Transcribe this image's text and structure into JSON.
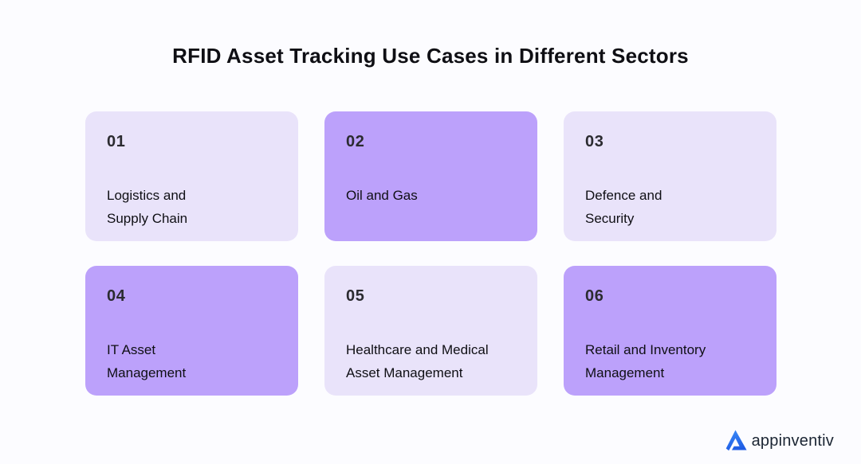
{
  "title": "RFID Asset Tracking Use Cases in Different Sectors",
  "cards": [
    {
      "number": "01",
      "label_lines": [
        "Logistics and",
        "Supply Chain"
      ],
      "variant": "light"
    },
    {
      "number": "02",
      "label_lines": [
        "Oil and Gas"
      ],
      "variant": "purple"
    },
    {
      "number": "03",
      "label_lines": [
        "Defence and",
        "Security"
      ],
      "variant": "light"
    },
    {
      "number": "04",
      "label_lines": [
        "IT Asset",
        "Management"
      ],
      "variant": "purple"
    },
    {
      "number": "05",
      "label_lines": [
        "Healthcare and Medical",
        "Asset Management"
      ],
      "variant": "light"
    },
    {
      "number": "06",
      "label_lines": [
        "Retail and Inventory",
        "Management"
      ],
      "variant": "purple"
    }
  ],
  "logo": {
    "text": "appinventiv",
    "icon": "appinventiv-a-icon"
  },
  "theme": {
    "colors": {
      "page-bg": "#FCFCFF",
      "card-light": "#E9E3FA",
      "card-purple": "#BCA1FB",
      "text-dark": "#0F0F14",
      "number-dark": "#2B2B30",
      "logo-blue": "#3B8BF7",
      "logo-blue-dark": "#1E5BE4",
      "logo-text": "#1B2533"
    }
  }
}
